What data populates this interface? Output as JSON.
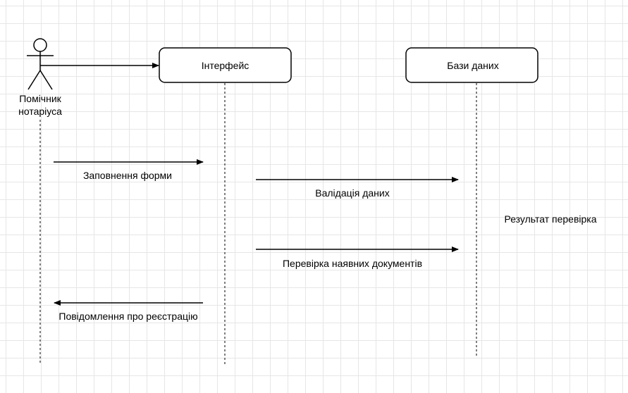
{
  "actor": {
    "line1": "Помічник",
    "line2": "нотаріуса"
  },
  "lifelines": [
    {
      "label": "Інтерфейс"
    },
    {
      "label": "Бази даних"
    }
  ],
  "messages": [
    {
      "label": "Заповнення форми"
    },
    {
      "label": "Валідація даних"
    },
    {
      "label": "Результат перевірка"
    },
    {
      "label": "Перевірка наявних документів"
    },
    {
      "label": "Повідомлення про реєстрацію"
    }
  ],
  "colors": {
    "stroke": "#000000",
    "grid": "#e6e6e6",
    "box_fill": "#ffffff"
  }
}
